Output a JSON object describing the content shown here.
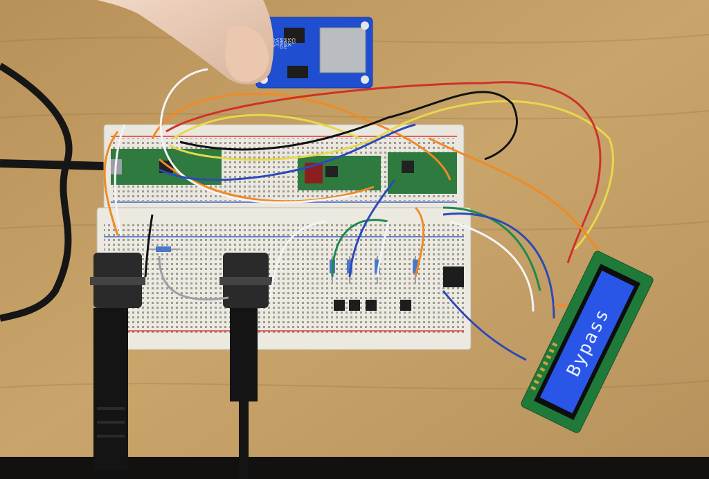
{
  "scene": {
    "lcd": {
      "text": "Bypass"
    },
    "sd_module": {
      "pin_labels": [
        "GND",
        "VCC",
        "MISO",
        "MOSI",
        "SCK",
        "CS"
      ]
    }
  },
  "colors": {
    "table": "#c9a66b",
    "breadboard": "#ece9e1",
    "lcd_screen": "#2a56e8",
    "lcd_pcb": "#1f7a3a",
    "sd_pcb": "#1f4fd0"
  }
}
